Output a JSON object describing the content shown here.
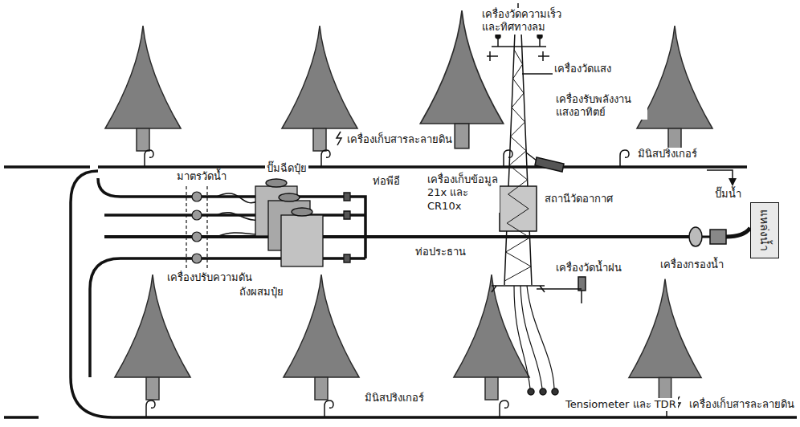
{
  "diagram": {
    "nodes": [
      {
        "text": [
          "แหล่งน้ำ"
        ]
      }
    ],
    "labels": [
      "เครื่องวัดความเร็ว และทิศทางลม",
      "เครื่องวัดแสง",
      "เครื่องรับพลังงาน แสงอาทิตย์",
      "เครื่องเก็บสารละลายดิน",
      "มินิสปริงเกอร์",
      "มาตรวัดน้ำ",
      "ปั๊มฉีดปุ๋ย",
      "ท่อพีอี",
      "เครื่องเก็บข้อมูล 21x และ CR10x",
      "สถานีวัดอากาศ",
      "ปั๊มน้ำ",
      "ท่อประธาน",
      "เครื่องวัดน้ำฝน",
      "เครื่องกรองน้ำ",
      "เครื่องปรับความดัน",
      "ถังผสมปุ๋ย",
      "มินิสปริงเกอร์",
      "Tensiometer และ TDR",
      "เครื่องเก็บสารละลายดิน"
    ]
  }
}
